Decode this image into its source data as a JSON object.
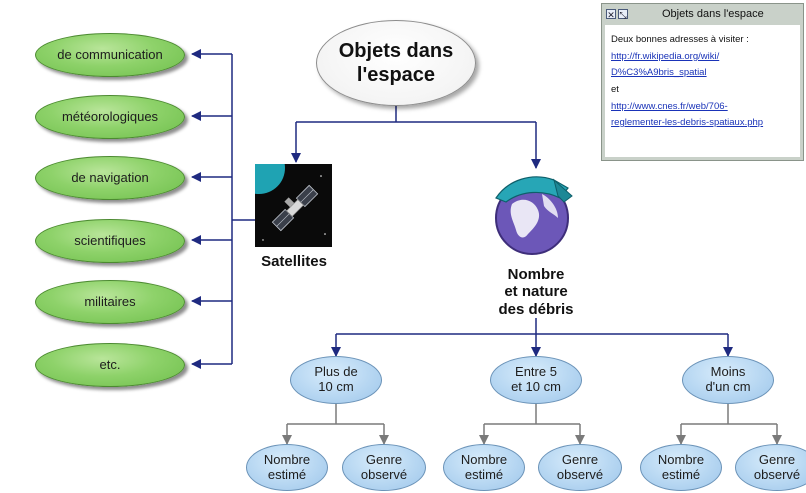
{
  "root": {
    "title_line1": "Objets dans",
    "title_line2": "l'espace"
  },
  "satellites": {
    "label": "Satellites",
    "types": [
      "de communication",
      "météorologiques",
      "de navigation",
      "scientifiques",
      "militaires",
      "etc."
    ]
  },
  "debris": {
    "label_line1": "Nombre",
    "label_line2": "et nature",
    "label_line3": "des débris",
    "sizes": [
      {
        "line1": "Plus de",
        "line2": "10 cm"
      },
      {
        "line1": "Entre 5",
        "line2": "et 10 cm"
      },
      {
        "line1": "Moins",
        "line2": "d'un cm"
      }
    ],
    "leaf_a": {
      "line1": "Nombre",
      "line2": "estimé"
    },
    "leaf_b": {
      "line1": "Genre",
      "line2": "observé"
    }
  },
  "note": {
    "title": "Objets dans l'espace",
    "intro": "Deux bonnes adresses à visiter :",
    "link1_part1": "http://fr.wikipedia.org/wiki/",
    "link1_part2": "D%C3%A9bris_spatial",
    "conj": "et",
    "link2_part1": "http://www.cnes.fr/web/706-",
    "link2_part2": "reglementer-les-debris-spatiaux.php"
  },
  "colors": {
    "connector": "#1f2a80",
    "leaf_connector": "#7a7a7a",
    "satellite_node": "#8ed26a",
    "debris_node": "#b7d7f2"
  }
}
